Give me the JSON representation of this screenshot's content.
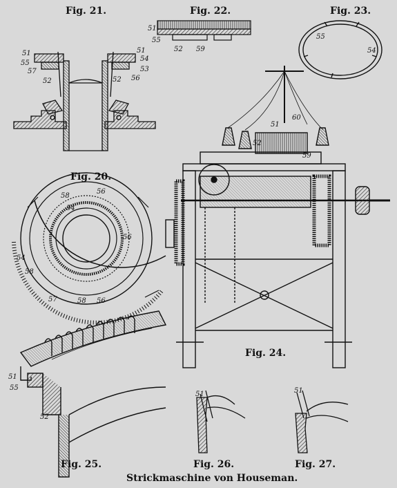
{
  "figures": {
    "fig21": {
      "caption": "Fig. 21.",
      "labels": [
        "51",
        "55",
        "57",
        "52",
        "51",
        "54",
        "53",
        "52",
        "56"
      ]
    },
    "fig22": {
      "caption": "Fig. 22.",
      "labels": [
        "51",
        "55",
        "52",
        "59"
      ]
    },
    "fig23": {
      "caption": "Fig. 23.",
      "labels": [
        "55",
        "54"
      ]
    },
    "fig20": {
      "caption": "Fig. 20.",
      "labels": [
        "58",
        "56",
        "54",
        "56",
        "54",
        "58",
        "57",
        "58",
        "56"
      ]
    },
    "fig24": {
      "caption": "Fig. 24.",
      "labels": [
        "51",
        "60",
        "52",
        "59"
      ]
    },
    "fig25": {
      "caption": "Fig. 25.",
      "labels": [
        "51",
        "55",
        "52"
      ]
    },
    "fig26": {
      "caption": "Fig. 26.",
      "labels": [
        "51"
      ]
    },
    "fig27": {
      "caption": "Fig. 27.",
      "labels": [
        "51"
      ]
    }
  },
  "title": "Strickmaschine von Houseman.",
  "colors": {
    "paper": "#d9d9d9",
    "ink": "#111111"
  }
}
